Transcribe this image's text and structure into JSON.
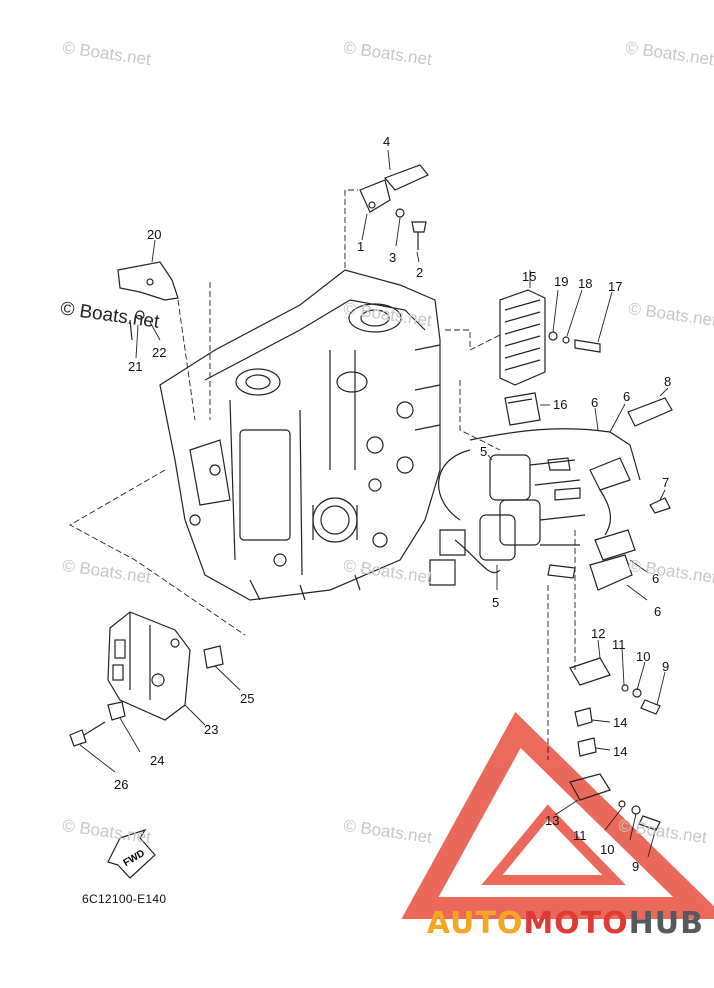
{
  "diagram_code": "6C12100-E140",
  "fwd_label": "FWD",
  "watermark_text": "© Boats.net",
  "brand": {
    "part1": "AUTO",
    "part2": "MOTO",
    "part3": "HUB"
  },
  "colors": {
    "line": "#222222",
    "watermark": "#c8c8c8",
    "brand_orange": "#f5a623",
    "brand_red": "#e03a36",
    "brand_gray": "#555a60"
  },
  "callouts": [
    "1",
    "2",
    "3",
    "4",
    "5",
    "5",
    "6",
    "6",
    "6",
    "6",
    "7",
    "8",
    "9",
    "9",
    "10",
    "10",
    "11",
    "11",
    "12",
    "13",
    "14",
    "14",
    "15",
    "16",
    "17",
    "18",
    "19",
    "20",
    "21",
    "22",
    "23",
    "24",
    "25",
    "26"
  ]
}
